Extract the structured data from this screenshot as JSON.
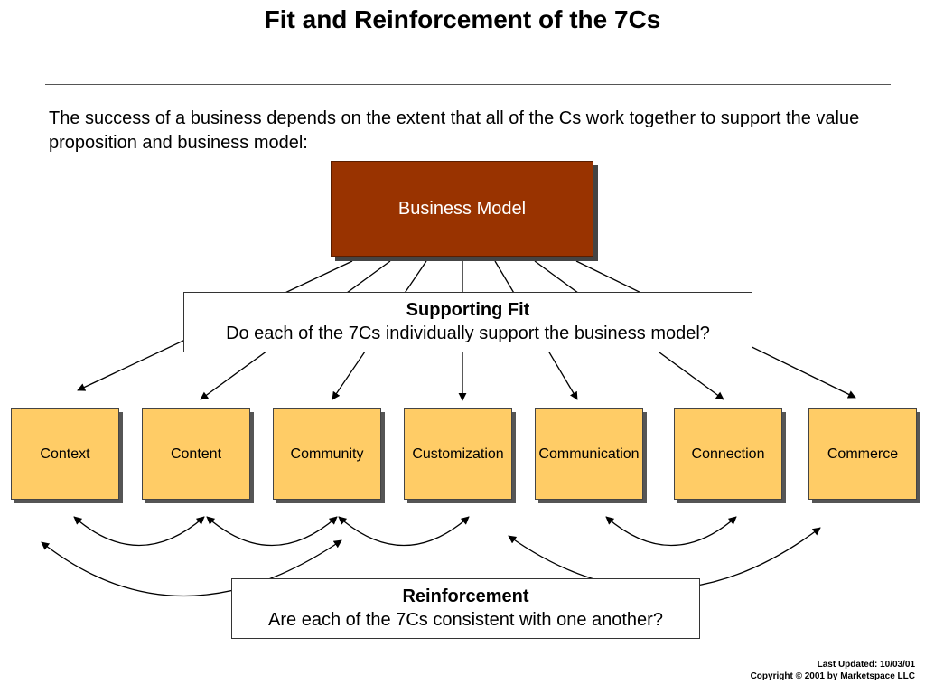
{
  "slide": {
    "title": "Fit and Reinforcement of the 7Cs",
    "intro": "The success of a business depends on the extent that all of the Cs work together to support the value proposition and business model:"
  },
  "business_model": {
    "label": "Business Model",
    "color": "#993300"
  },
  "supporting_fit": {
    "heading": "Supporting Fit",
    "question": "Do each of the 7Cs individually support the business model?"
  },
  "seven_cs": {
    "color": "#ffcc66",
    "items": [
      {
        "label": "Context"
      },
      {
        "label": "Content"
      },
      {
        "label": "Community"
      },
      {
        "label": "Customization"
      },
      {
        "label": "Communication"
      },
      {
        "label": "Connection"
      },
      {
        "label": "Commerce"
      }
    ]
  },
  "reinforcement": {
    "heading": "Reinforcement",
    "question": "Are each of the 7Cs consistent with one another?"
  },
  "footer": {
    "updated": "Last Updated: 10/03/01",
    "copyright": "Copyright © 2001 by Marketspace LLC"
  }
}
